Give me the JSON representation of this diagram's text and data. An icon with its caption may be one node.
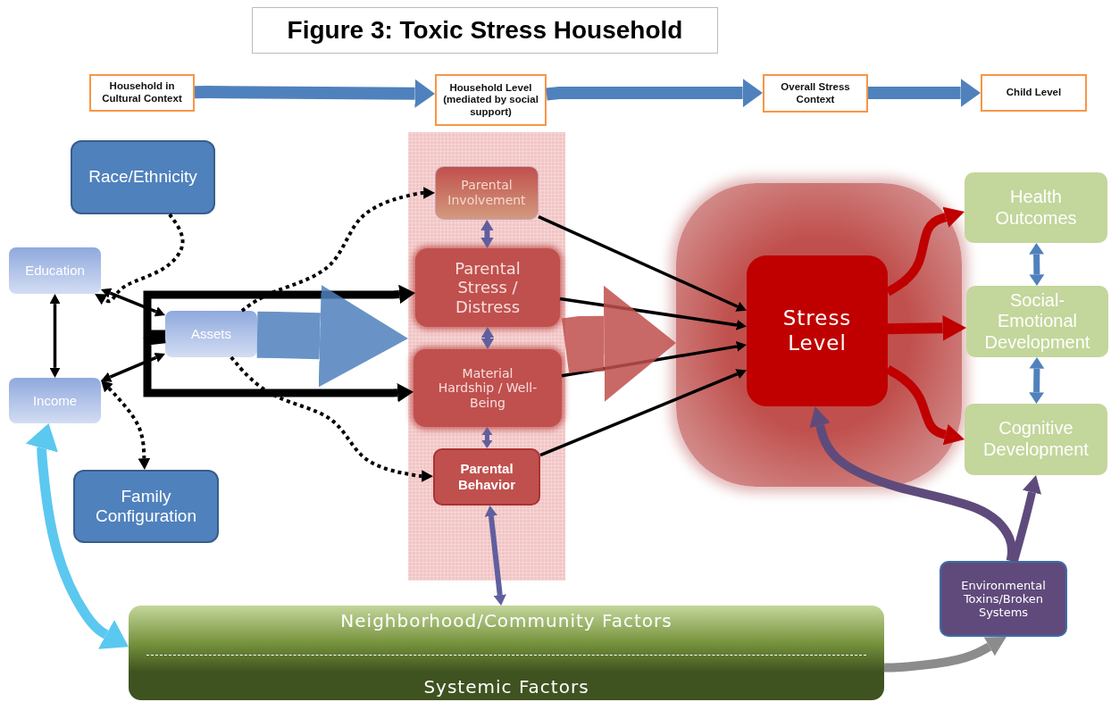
{
  "diagram": {
    "title": "Figure 3: Toxic Stress Household",
    "nodes": [
      {
        "text": [
          "Household in Cultural Context"
        ]
      },
      {
        "text": [
          "Household Level (mediated by social support)"
        ]
      },
      {
        "text": [
          "Overall Stress Context"
        ]
      },
      {
        "text": [
          "Child Level"
        ]
      },
      {
        "text": [
          "Race/Ethnicity"
        ]
      },
      {
        "text": [
          "Education"
        ]
      },
      {
        "text": [
          "Assets"
        ]
      },
      {
        "text": [
          "Income"
        ]
      },
      {
        "text": [
          "Family Configuration"
        ]
      },
      {
        "text": [],
        "shape": "band"
      },
      {
        "text": [
          "Parental Involvement"
        ],
        "in": 9
      },
      {
        "text": [
          "Parental Stress / Distress"
        ],
        "in": 9
      },
      {
        "text": [
          "Material Hardship / Well-Being"
        ],
        "in": 9
      },
      {
        "text": [
          "Parental Behavior"
        ],
        "in": 9
      },
      {
        "text": [],
        "shape": "cloud"
      },
      {
        "text": [
          "Stress Level"
        ],
        "in": 14
      },
      {
        "text": [
          "Health Outcomes"
        ]
      },
      {
        "text": [
          "Social-Emotional Development"
        ]
      },
      {
        "text": [
          "Cognitive Development"
        ]
      },
      {
        "text": [
          "Neighborhood/Community Factors",
          "Systemic Factors"
        ]
      },
      {
        "text": [
          "Environmental Toxins/Broken Systems"
        ]
      }
    ],
    "edges": [
      {
        "from": 0,
        "to": 1,
        "arrow": "to",
        "style": "thick",
        "color": "#4f81bd"
      },
      {
        "from": 1,
        "to": 2,
        "arrow": "to",
        "style": "thick",
        "color": "#4f81bd"
      },
      {
        "from": 2,
        "to": 3,
        "arrow": "to",
        "style": "thick",
        "color": "#4f81bd"
      },
      {
        "from": 4,
        "to": 5,
        "arrow": "to",
        "style": "dashed"
      },
      {
        "from": 7,
        "to": 8,
        "arrow": "both",
        "style": "dashed"
      },
      {
        "from": 5,
        "to": 7,
        "arrow": "both"
      },
      {
        "from": 5,
        "to": 6,
        "arrow": "both"
      },
      {
        "from": 7,
        "to": 6,
        "arrow": "both"
      },
      {
        "from": 6,
        "to": 11,
        "arrow": "to"
      },
      {
        "from": 6,
        "to": 12,
        "arrow": "to"
      },
      {
        "from": 6,
        "to": 10,
        "arrow": "to",
        "style": "dashed"
      },
      {
        "from": 6,
        "to": 13,
        "arrow": "to",
        "style": "dashed"
      },
      {
        "from": 6,
        "to": 9,
        "arrow": "to",
        "style": "thick",
        "color": "#4f81bd"
      },
      {
        "from": 10,
        "to": 11,
        "arrow": "both",
        "color": "#5f5f9f"
      },
      {
        "from": 11,
        "to": 12,
        "arrow": "both",
        "color": "#5f5f9f"
      },
      {
        "from": 12,
        "to": 13,
        "arrow": "both",
        "color": "#5f5f9f"
      },
      {
        "from": 13,
        "to": 19,
        "arrow": "both",
        "color": "#5f5f9f"
      },
      {
        "from": 10,
        "to": 15,
        "arrow": "to"
      },
      {
        "from": 11,
        "to": 15,
        "arrow": "to"
      },
      {
        "from": 12,
        "to": 15,
        "arrow": "to"
      },
      {
        "from": 13,
        "to": 15,
        "arrow": "to"
      },
      {
        "from": 9,
        "to": 14,
        "arrow": "to",
        "style": "thick",
        "color": "#c0504d"
      },
      {
        "from": 15,
        "to": 16,
        "arrow": "to",
        "color": "#c00000"
      },
      {
        "from": 15,
        "to": 17,
        "arrow": "to",
        "color": "#c00000"
      },
      {
        "from": 15,
        "to": 18,
        "arrow": "to",
        "color": "#c00000"
      },
      {
        "from": 16,
        "to": 17,
        "arrow": "both",
        "color": "#4f81bd"
      },
      {
        "from": 17,
        "to": 18,
        "arrow": "both",
        "color": "#4f81bd"
      },
      {
        "from": 20,
        "to": 15,
        "arrow": "to",
        "color": "#5f4b7b"
      },
      {
        "from": 20,
        "to": 18,
        "arrow": "to",
        "color": "#5f4b7b"
      },
      {
        "from": 19,
        "to": 20,
        "arrow": "to",
        "color": "#8c8c8c"
      },
      {
        "from": 7,
        "to": 19,
        "arrow": "both",
        "color": "#5bc8f0"
      }
    ]
  }
}
